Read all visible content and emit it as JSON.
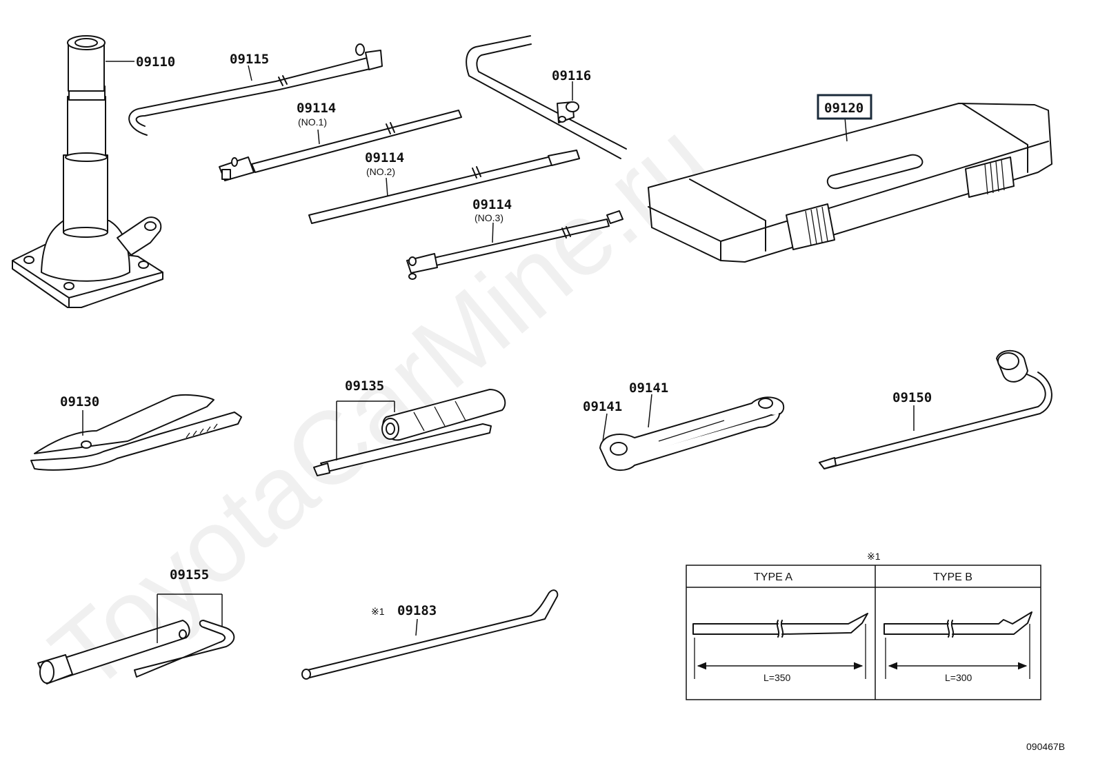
{
  "watermark": "ToyotaCarMine.ru",
  "diagram_id": "090467B",
  "parts": {
    "jack": "09110",
    "handle_jack": "09115",
    "extension_no1": "09114",
    "extension_no1_sub": "(NO.1)",
    "extension_no2": "09114",
    "extension_no2_sub": "(NO.2)",
    "extension_no3": "09114",
    "extension_no3_sub": "(NO.3)",
    "handle_bar": "09116",
    "tool_bag": "09120",
    "pliers": "09130",
    "screwdriver": "09135",
    "wrench_a": "09141",
    "wrench_b": "09141",
    "wheel_wrench": "09150",
    "plug_wrench": "09155",
    "hub_nut_wrench_mark": "※1",
    "hub_nut_wrench": "09183"
  },
  "table": {
    "note": "※1",
    "type_a": "TYPE A",
    "type_b": "TYPE B",
    "length_a": "L=350",
    "length_b": "L=300"
  }
}
